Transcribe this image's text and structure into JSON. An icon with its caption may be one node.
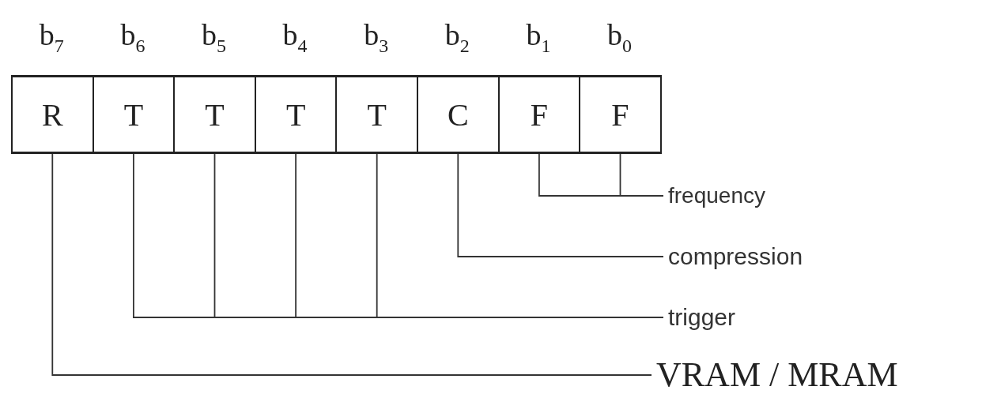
{
  "diagram": {
    "nodes": [
      {
        "text": [
          "R"
        ],
        "beside": [
          "b$_{7}$"
        ]
      },
      {
        "text": [
          "T"
        ],
        "beside": [
          "b$_{6}$"
        ]
      },
      {
        "text": [
          "T"
        ],
        "beside": [
          "b$_{5}$"
        ]
      },
      {
        "text": [
          "T"
        ],
        "beside": [
          "b$_{4}$"
        ]
      },
      {
        "text": [
          "T"
        ],
        "beside": [
          "b$_{3}$"
        ]
      },
      {
        "text": [
          "C"
        ],
        "beside": [
          "b$_{2}$"
        ]
      },
      {
        "text": [
          "F"
        ],
        "beside": [
          "b$_{1}$"
        ]
      },
      {
        "text": [
          "F"
        ],
        "beside": [
          "b$_{0}$"
        ]
      },
      {
        "text": [
          "frequency"
        ]
      },
      {
        "text": [
          "compression"
        ]
      },
      {
        "text": [
          "trigger"
        ]
      },
      {
        "text": [
          "VRAM / MRAM"
        ]
      }
    ],
    "edges": [
      {
        "from": 6,
        "to": 8,
        "arrow": "none"
      },
      {
        "from": 7,
        "to": 8,
        "arrow": "none"
      },
      {
        "from": 5,
        "to": 9,
        "arrow": "none"
      },
      {
        "from": 1,
        "to": 10,
        "arrow": "none"
      },
      {
        "from": 2,
        "to": 10,
        "arrow": "none"
      },
      {
        "from": 3,
        "to": 10,
        "arrow": "none"
      },
      {
        "from": 4,
        "to": 10,
        "arrow": "none"
      },
      {
        "from": 0,
        "to": 11,
        "arrow": "none"
      }
    ]
  }
}
